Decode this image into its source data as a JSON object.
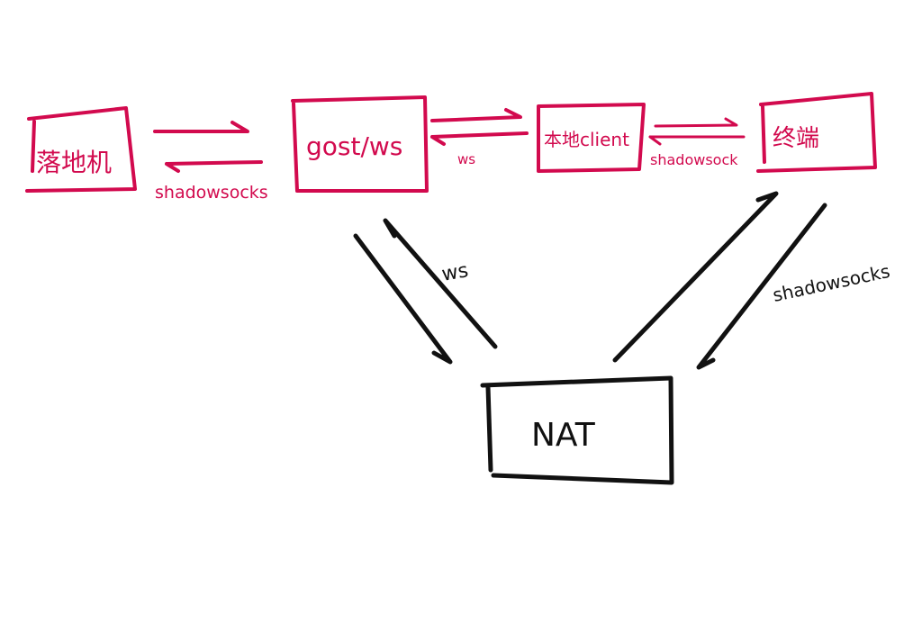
{
  "nodes": {
    "landing": "落地机",
    "gost": "gost/ws",
    "local_client": "本地client",
    "terminal": "终端",
    "nat": "NAT"
  },
  "edges": {
    "landing_gost": "shadowsocks",
    "gost_local": "ws",
    "local_terminal": "shadowsock",
    "gost_nat": "ws",
    "terminal_nat": "shadowsocks"
  },
  "colors": {
    "accent": "#d20a4e",
    "ink": "#111111"
  }
}
